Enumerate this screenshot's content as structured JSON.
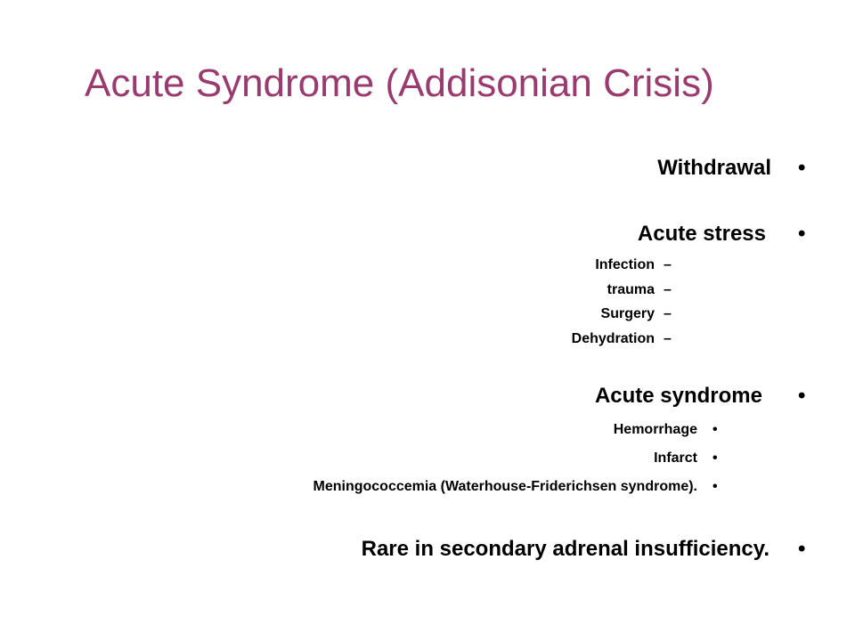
{
  "slide": {
    "title": "Acute Syndrome (Addisonian Crisis)",
    "bullet_glyph": "•",
    "dash_glyph": "–",
    "items": [
      {
        "text": "Withdrawal"
      },
      {
        "text": "Acute stress",
        "subitems": [
          "Infection",
          "trauma",
          "Surgery",
          "Dehydration"
        ]
      },
      {
        "text": "Acute syndrome",
        "subitems": [
          "Hemorrhage",
          "Infarct",
          "Meningococcemia (Waterhouse-Friderichsen syndrome)."
        ]
      },
      {
        "text": "Rare in secondary adrenal insufficiency."
      }
    ],
    "title_color": "#9b3a6e"
  }
}
